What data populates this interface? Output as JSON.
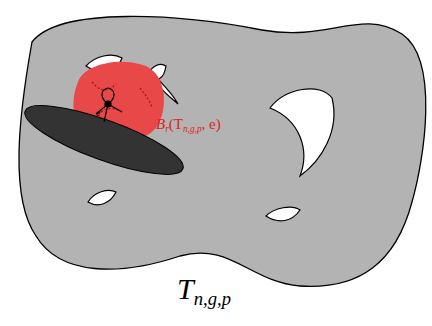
{
  "diagram": {
    "labels": [
      "B",
      "r",
      "(T",
      "n,g,p",
      ", e)",
      "e",
      "T",
      "n,g,p"
    ]
  }
}
